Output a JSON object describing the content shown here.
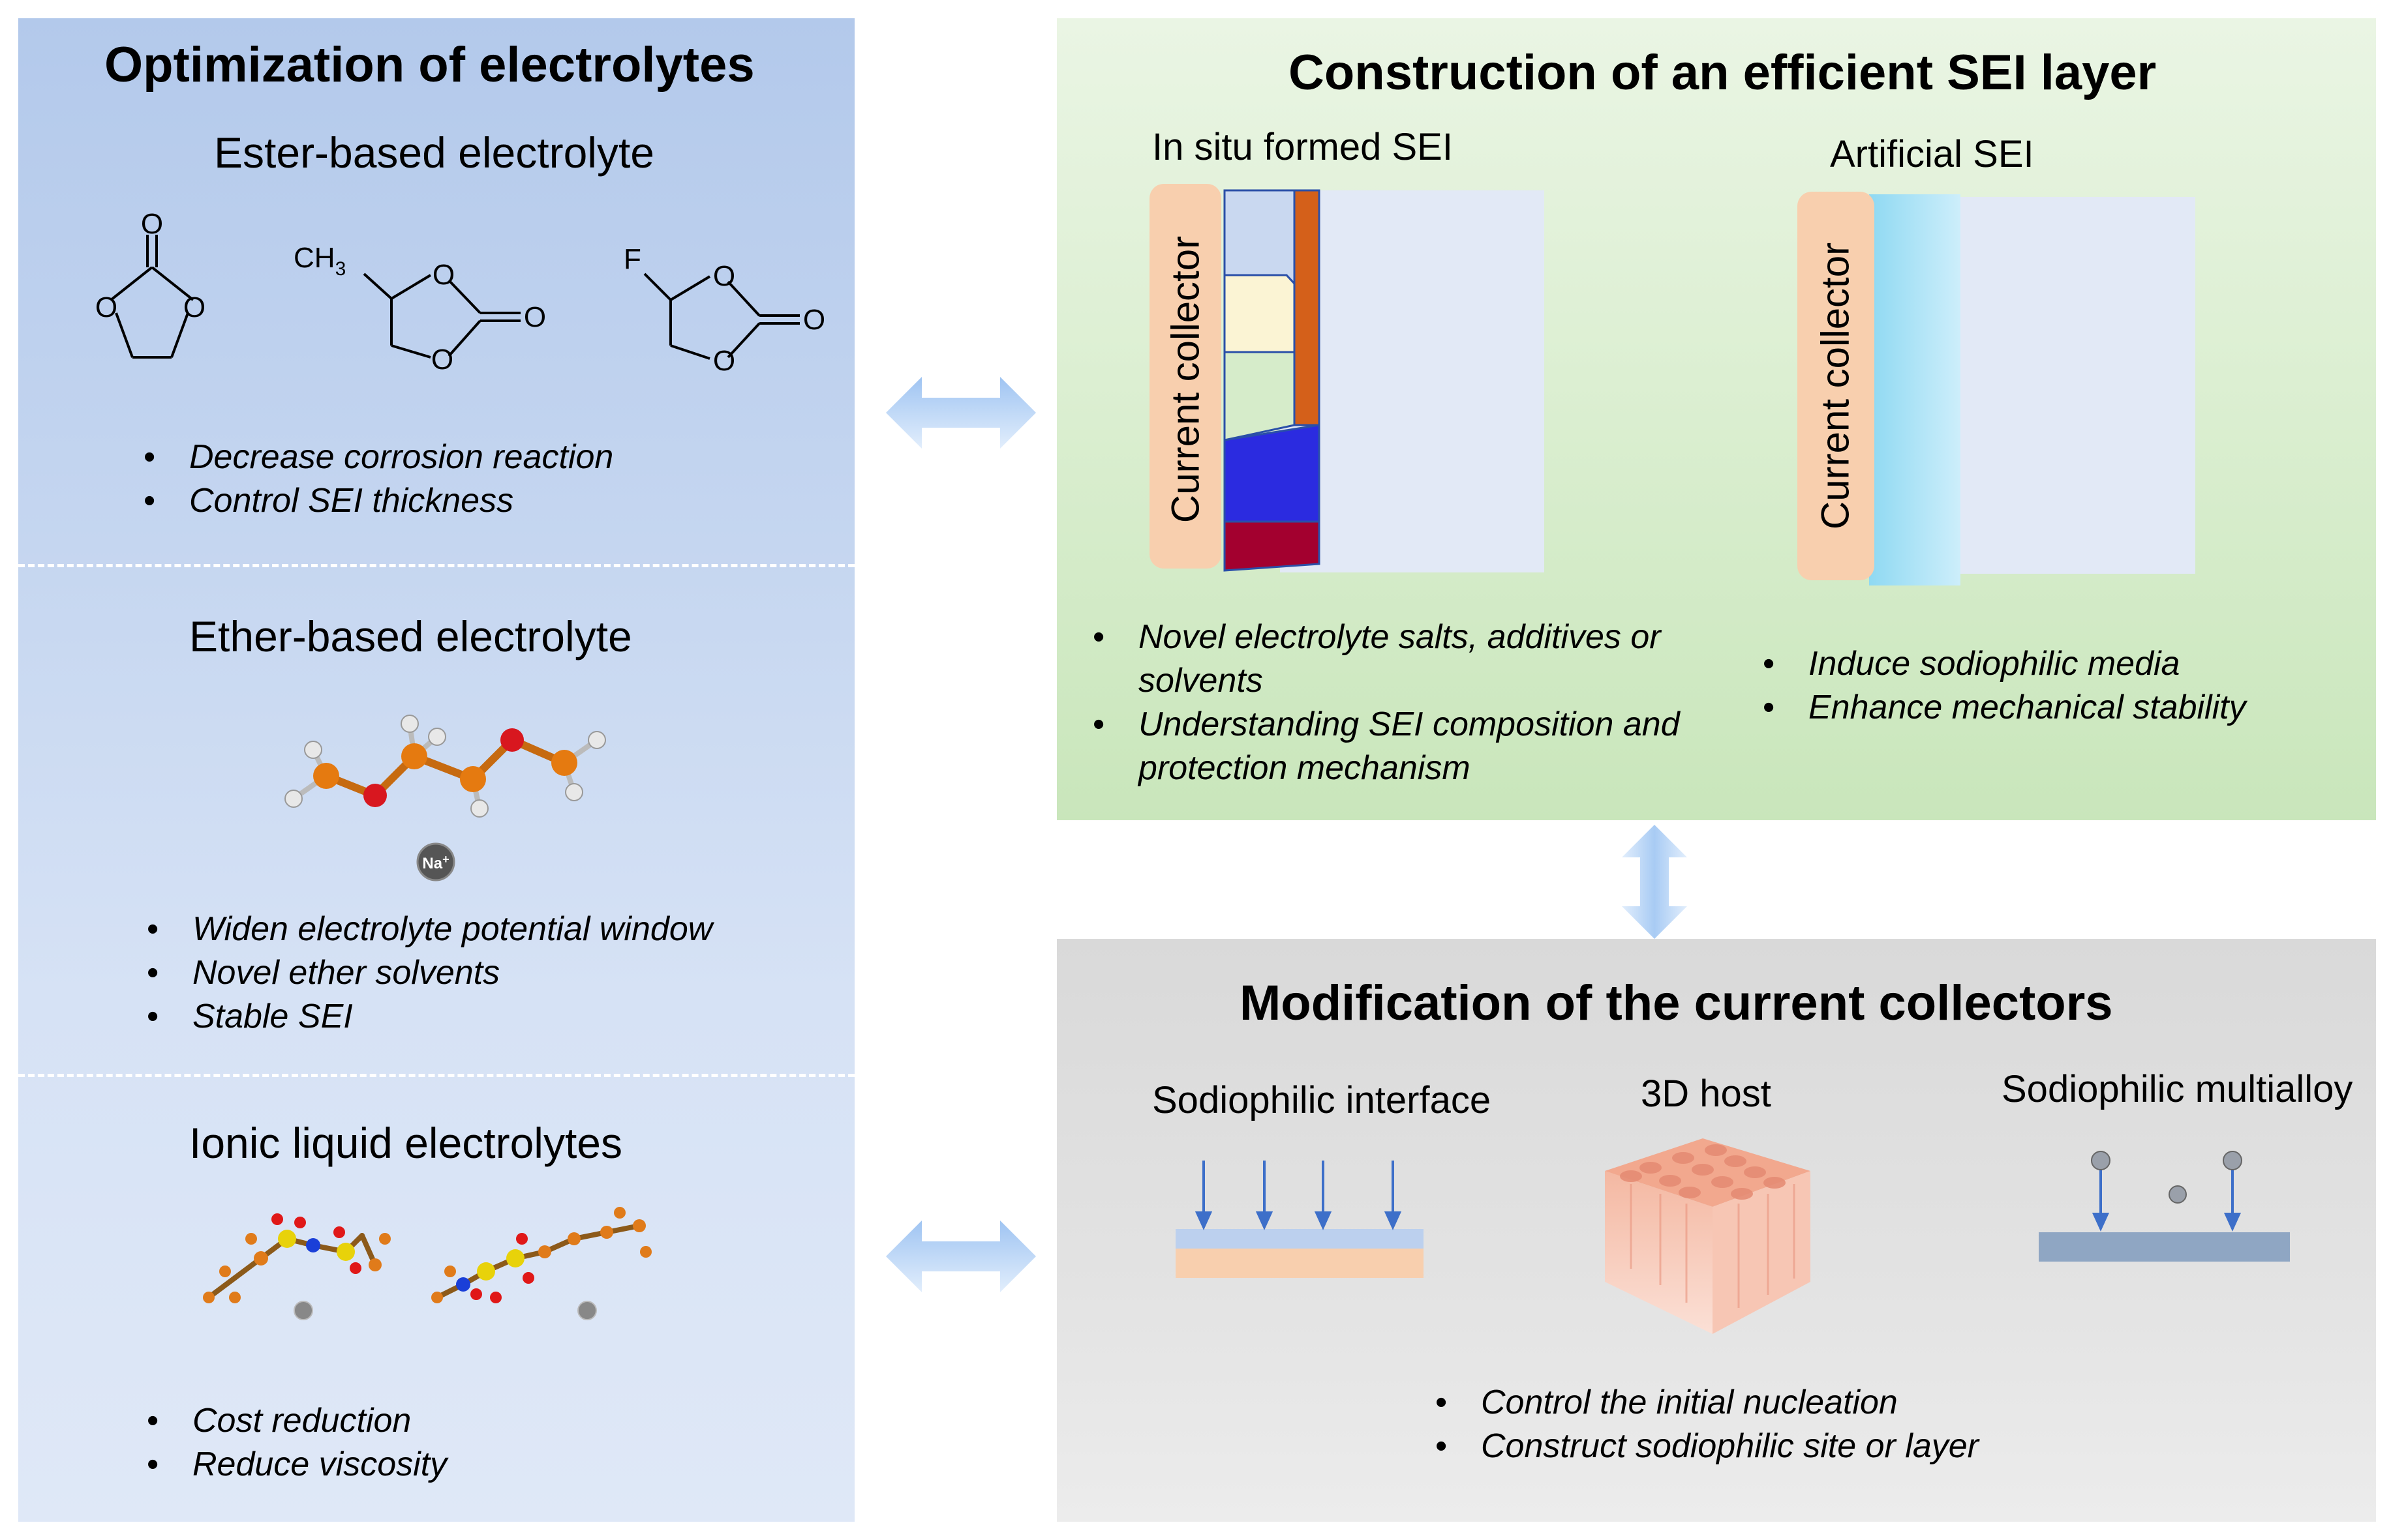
{
  "electrolytes": {
    "title": "Optimization of electrolytes",
    "ester": {
      "title": "Ester-based electrolyte",
      "mol2_group": "CH",
      "mol2_sub": "3",
      "mol3_group": "F",
      "atom_o": "O",
      "bullets": [
        "Decrease corrosion reaction",
        "Control SEI thickness"
      ]
    },
    "ether": {
      "title": "Ether-based electrolyte",
      "ion": "Na",
      "ion_charge": "+",
      "bullets": [
        "Widen electrolyte potential window",
        "Novel ether solvents",
        "Stable SEI"
      ]
    },
    "ionic": {
      "title": "Ionic liquid electrolytes",
      "bullets": [
        "Cost reduction",
        "Reduce viscosity"
      ]
    }
  },
  "sei": {
    "title": "Construction of an efficient SEI layer",
    "insitu": {
      "label": "In situ formed SEI",
      "collector": "Current collector",
      "bullets": [
        "Novel electrolyte salts, additives or solvents",
        "Understanding SEI composition and protection mechanism"
      ]
    },
    "artificial": {
      "label": "Artificial SEI",
      "collector": "Current collector",
      "bullets": [
        "Induce sodiophilic media",
        "Enhance mechanical stability"
      ]
    }
  },
  "collectors": {
    "title": "Modification of the current collectors",
    "items": [
      "Sodiophilic interface",
      "3D host",
      "Sodiophilic multialloy"
    ],
    "bullets": [
      "Control the initial nucleation",
      "Construct sodiophilic site or layer"
    ]
  },
  "colors": {
    "left_panel": "#c5d6f0",
    "sei_panel": "#d6ecca",
    "collector_panel": "#e0e0e0",
    "arrow": "#bcd6f5",
    "current_collector": "#f8cfae",
    "electrode": "#e2e9f6",
    "sei_orange": "#d4601a",
    "sei_blue": "#2b2be0",
    "sei_crimson": "#a3002f",
    "artificial_layer": "#8fd9f2",
    "host": "#f2a88e",
    "na_arrow": "#3d6fc9",
    "substrate": "#8fa6c3"
  }
}
